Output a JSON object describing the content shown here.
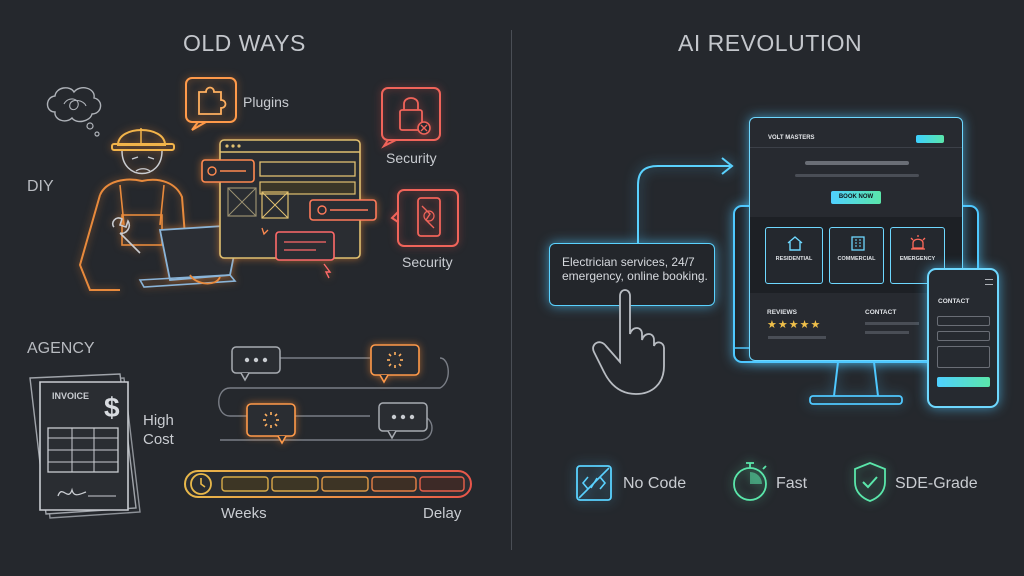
{
  "left": {
    "heading": "OLD WAYS",
    "diy_label": "DIY",
    "plugins_label": "Plugins",
    "security_label_1": "Security",
    "security_label_2": "Security",
    "agency_label": "AGENCY",
    "invoice_label": "INVOICE",
    "invoice_symbol": "$",
    "high_cost_label": "High\nCost",
    "timeline_start": "Weeks",
    "timeline_end": "Delay"
  },
  "right": {
    "heading": "AI REVOLUTION",
    "prompt_text": "Electrician services, 24/7 emergency, online booking.",
    "site": {
      "brand": "VOLT MASTERS",
      "cta": "BOOK NOW",
      "services": [
        "RESIDENTIAL",
        "COMMERCIAL",
        "EMERGENCY"
      ],
      "reviews_label": "REVIEWS",
      "stars": "★★★★★",
      "contact_label": "CONTACT",
      "phone_contact_label": "CONTACT"
    },
    "benefits": [
      {
        "icon": "no-code-icon",
        "label": "No Code"
      },
      {
        "icon": "stopwatch-icon",
        "label": "Fast"
      },
      {
        "icon": "shield-check-icon",
        "label": "SDE-Grade"
      }
    ]
  },
  "colors": {
    "background": "#25282d",
    "orange": "#ff9a4a",
    "red": "#f0645a",
    "yellow": "#e0c070",
    "cyan": "#5ad2ff",
    "green": "#5ae6aa"
  }
}
